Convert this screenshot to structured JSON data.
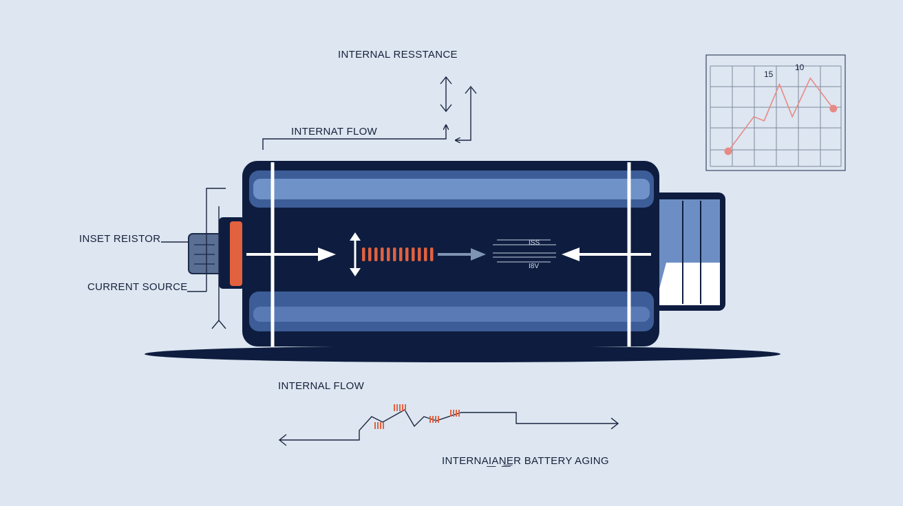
{
  "labels": {
    "internal_resistance": "INTERNAL RESSTANCE",
    "internal_flow_top": "INTERNAT FLOW",
    "inset_resistor": "INSET REISTOR",
    "current_source": "CURRENT SOURCE",
    "internal_flow_bottom": "INTERNAL FLOW",
    "battery_aging": "INTERNAI͟AN͟͟ER BATTERY AGING"
  },
  "inner_readouts": {
    "top": "ISS",
    "bottom": "I8V"
  },
  "colors": {
    "background": "#dde6f1",
    "battery_body": "#0e1d3f",
    "battery_band": "#3f5f9a",
    "accent_red": "#e2613f",
    "chart_line": "#e78a86"
  },
  "chart_data": {
    "type": "line",
    "series": [
      {
        "values": [
          [
            0,
            0
          ],
          [
            1,
            1.7
          ],
          [
            1.4,
            1.5
          ],
          [
            2,
            3.3
          ],
          [
            2.5,
            1.7
          ],
          [
            3.2,
            3.6
          ],
          [
            4.1,
            2.1
          ]
        ]
      }
    ],
    "annotations": [
      "15",
      "10"
    ],
    "grid": true
  }
}
